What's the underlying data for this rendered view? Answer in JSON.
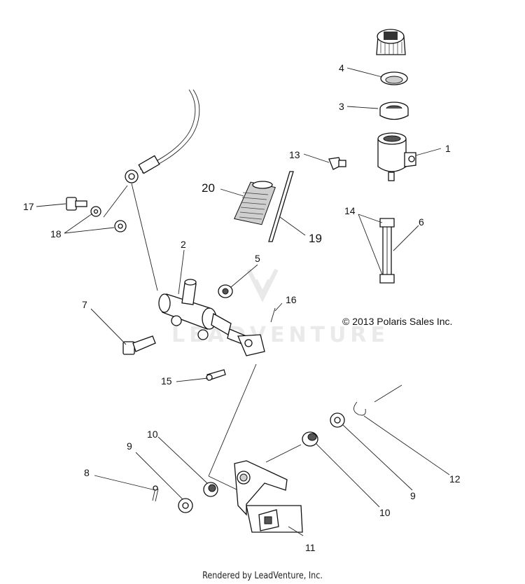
{
  "copyright": "© 2013 Polaris Sales Inc.",
  "footer": "Rendered by LeadVenture, Inc.",
  "watermark": "LEADVENTURE",
  "callouts": [
    "1",
    "2",
    "3",
    "4",
    "5",
    "6",
    "7",
    "8",
    "9",
    "10",
    "11",
    "12",
    "13",
    "14",
    "15",
    "16",
    "17",
    "18",
    "19",
    "20"
  ],
  "callout_labels": {
    "c1": "1",
    "c2": "2",
    "c3": "3",
    "c4": "4",
    "c5": "5",
    "c6": "6",
    "c7": "7",
    "c8": "8",
    "c9a": "9",
    "c9b": "9",
    "c10a": "10",
    "c10b": "10",
    "c11": "11",
    "c12": "12",
    "c13": "13",
    "c14": "14",
    "c15": "15",
    "c16": "16",
    "c17": "17",
    "c18": "18",
    "c19": "19",
    "c20": "20"
  }
}
